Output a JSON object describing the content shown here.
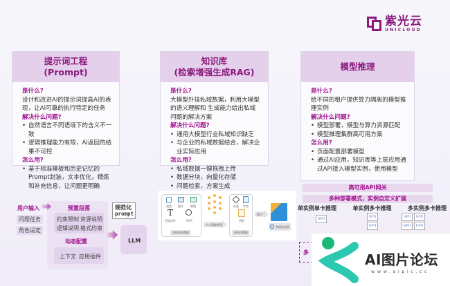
{
  "logo": {
    "cn": "紫光云",
    "en": "UNICLOUD",
    "color": "#8a1a7e"
  },
  "cards": [
    {
      "title_line1": "提示词工程",
      "title_line2": "(Prompt)",
      "what_label": "是什么?",
      "what_text": "设计和改进AI的提示词提高AI的表现，让AI可靠的执行特定的任务",
      "problem_label": "解决什么问题?",
      "problems": [
        "自然语言不同语境下的含义不一致",
        "逻辑推理能力有限，AI返回的结果不可控"
      ],
      "howto_label": "怎么用?",
      "howtos": [
        "基于标准模板和历史记忆的Prompt封装，文本优化，精炼和补充信息，让问题更明确"
      ]
    },
    {
      "title_line1": "知识库",
      "title_line2": "(检索增强生成RAG)",
      "what_label": "是什么?",
      "what_text": "大模型外挂私域数据，利用大模型的语义理解和 生成能力给出私域问题的解决方案",
      "problem_label": "解决什么问题?",
      "problems": [
        "通用大模型行业私域知识缺乏",
        "与企业的私域数据结合，解决企业实际应用"
      ],
      "howto_label": "怎么用?",
      "howtos": [
        "私域数据一键拖拽上传",
        "数据分块，向量化存储",
        "问题检索，方案生成"
      ]
    },
    {
      "title_line1": "模型推理",
      "title_line2": "",
      "what_label": "是什么?",
      "what_text": "给不同的租户提供算力隔离的模型推理实例",
      "problem_label": "解决什么问题?",
      "problems": [
        "模型部署，模型与算力资源匹配",
        "模型推理集群高可用方案"
      ],
      "howto_label": "怎么用?",
      "howtos": [
        "页面配置部署模型",
        "通过AI应用，知识库等上层应用通过API接入模型实例，使用模型"
      ]
    }
  ],
  "prompt_flow": {
    "user_input": "用户输入",
    "user_items": [
      "问题任务",
      "角色设定"
    ],
    "preset_title": "预置段落",
    "preset_items": [
      "约束限制",
      "资源说明",
      "逻辑说明",
      "格式约束"
    ],
    "dynamic_title": "动态配置",
    "dynamic_items": [
      "上下文",
      "应用插件"
    ],
    "normalized_line1": "规范化",
    "normalized_line2": "prompt",
    "llm": "LLM"
  },
  "rag_flow": {
    "source_items": [
      "语音",
      "图片",
      "视频",
      "扫描文件",
      "OCR"
    ],
    "source_label": "非结构化数据",
    "process_label": "人工智能处理",
    "struct_items": [
      "标签",
      "字符",
      "特征"
    ],
    "struct_label": "结构化数据",
    "index_label": "索引",
    "search_label": "多模态检索"
  },
  "inference": {
    "gateway": "高可用API网关",
    "modes_title": "多种部署模式，实例自定义扩展",
    "modes": [
      "单实例单卡推理",
      "单实例多卡推理",
      "多实例多卡推理"
    ],
    "gpu_label": "GPU",
    "partial_label": "多"
  },
  "watermark": {
    "text": "AI图片论坛",
    "url": "www.aipic.cc"
  }
}
